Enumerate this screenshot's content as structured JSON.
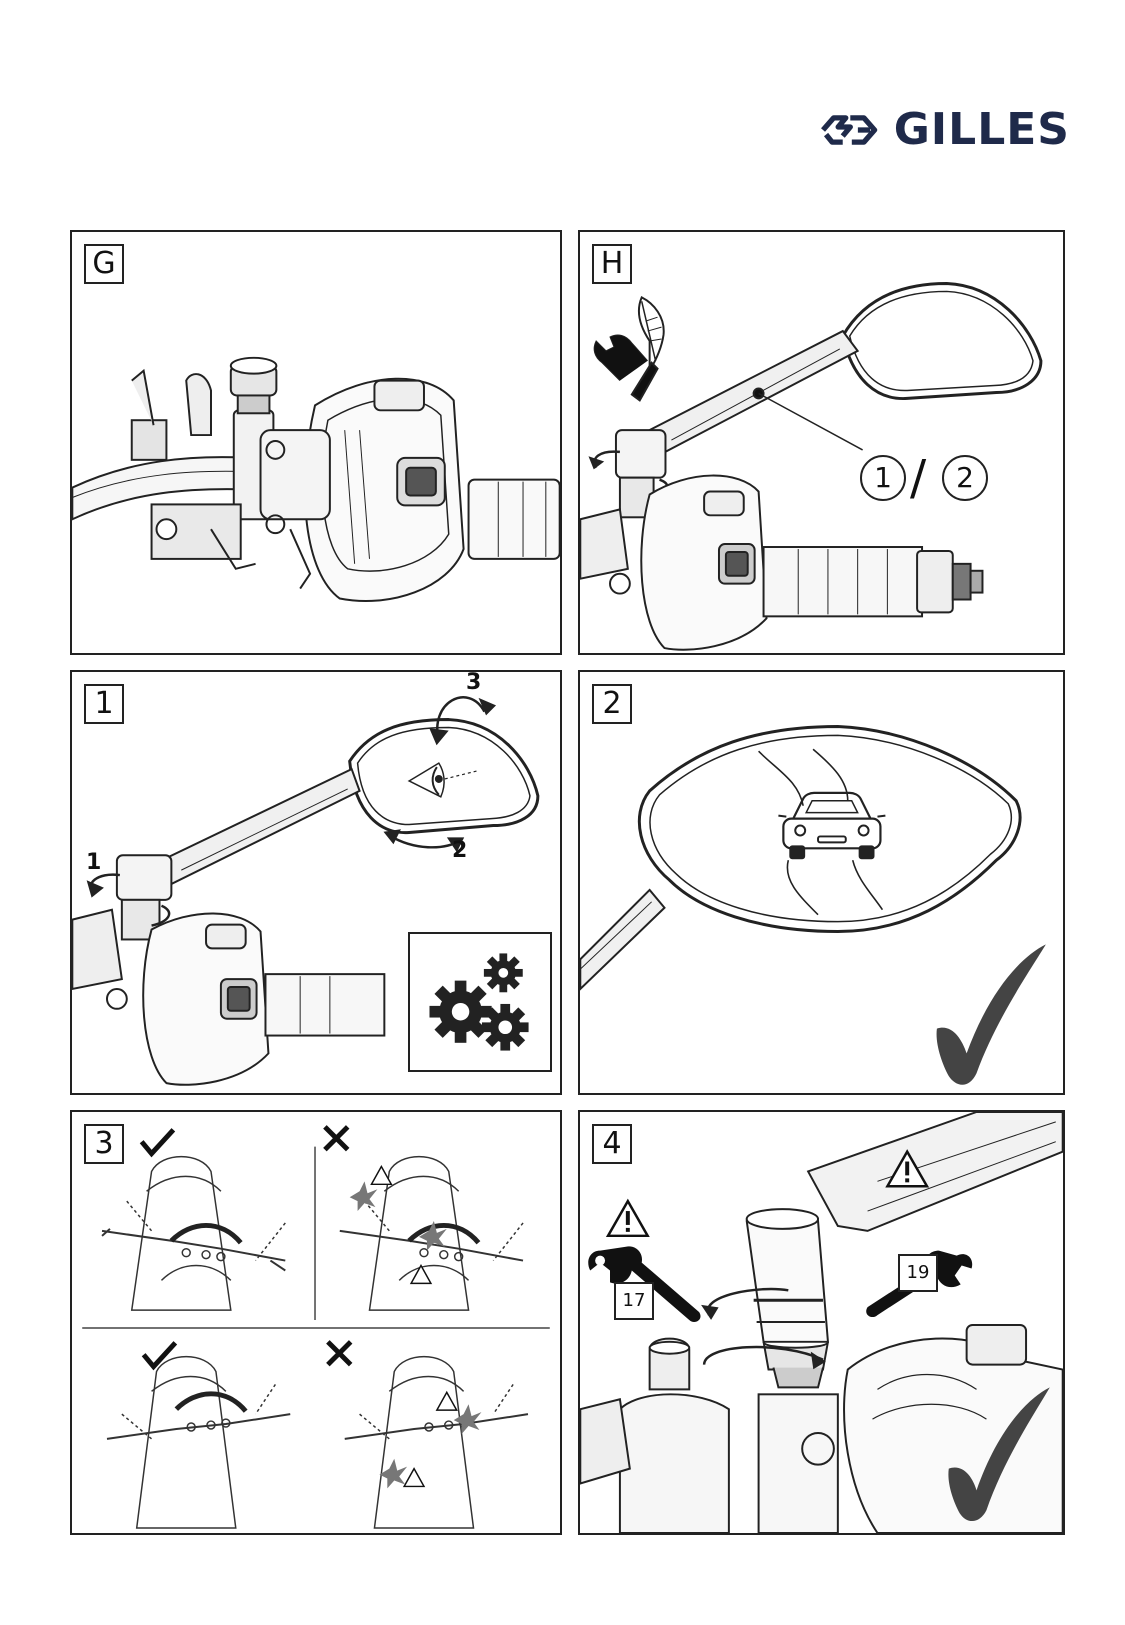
{
  "brand": {
    "name": "GILLES",
    "color": "#1f2a4a"
  },
  "panels": {
    "g": {
      "label": "G"
    },
    "h": {
      "label": "H",
      "callout_a": "1",
      "callout_b": "2",
      "separator": "/"
    },
    "p1": {
      "label": "1",
      "step_1": "1",
      "step_2": "2",
      "step_3": "3"
    },
    "p2": {
      "label": "2"
    },
    "p3": {
      "label": "3"
    },
    "p4": {
      "label": "4",
      "torque_left": "17",
      "torque_right": "19"
    }
  },
  "icons": [
    "wrench-leaf-icon",
    "eye-icon",
    "gears-icon",
    "car-icon",
    "check-icon",
    "cross-icon",
    "warning-icon",
    "wrench-icon"
  ]
}
